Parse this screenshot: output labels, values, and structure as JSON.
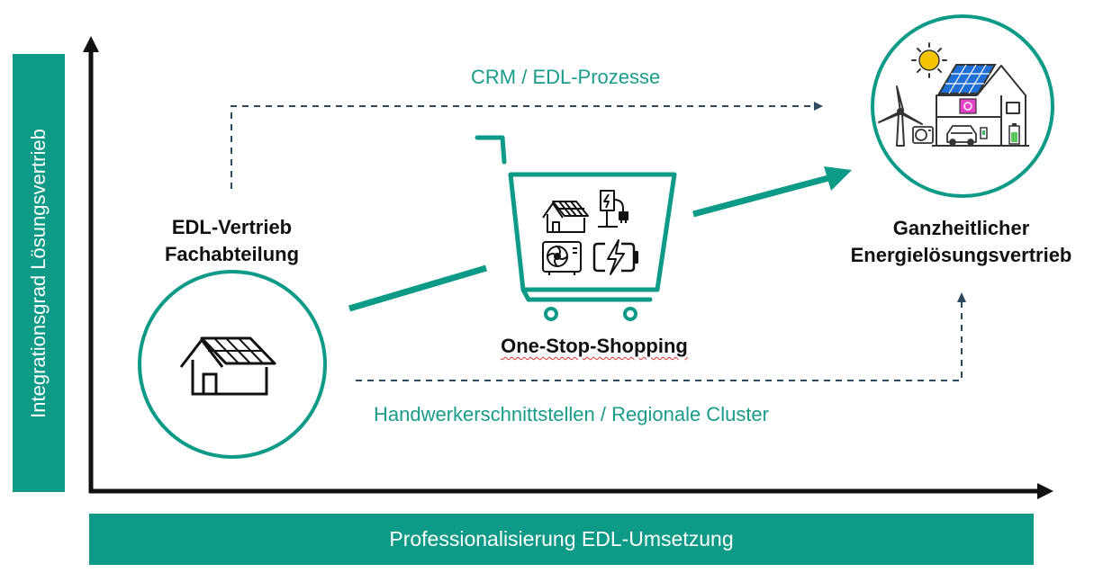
{
  "axes": {
    "y_label": "Integrationsgrad Lösungsvertrieb",
    "x_label": "Professionalisierung EDL-Umsetzung"
  },
  "process_labels": {
    "top": "CRM / EDL-Prozesse",
    "bottom": "Handwerkerschnittstellen / Regionale Cluster"
  },
  "stages": {
    "start": {
      "line1": "EDL-Vertrieb",
      "line2": "Fachabteilung",
      "icon": "solar-house-icon"
    },
    "middle": {
      "label": "One-Stop-Shopping",
      "icon": "shopping-cart-icon"
    },
    "end": {
      "line1": "Ganzheitlicher",
      "line2": "Energielösungsvertrieb",
      "icon": "smart-energy-home-icon"
    }
  },
  "colors": {
    "teal": "#0d9a86",
    "dark": "#111111",
    "dashed": "#2f4a5e",
    "sun": "#f5c400",
    "panel": "#1f6fd6",
    "chip": "#e642c8"
  }
}
